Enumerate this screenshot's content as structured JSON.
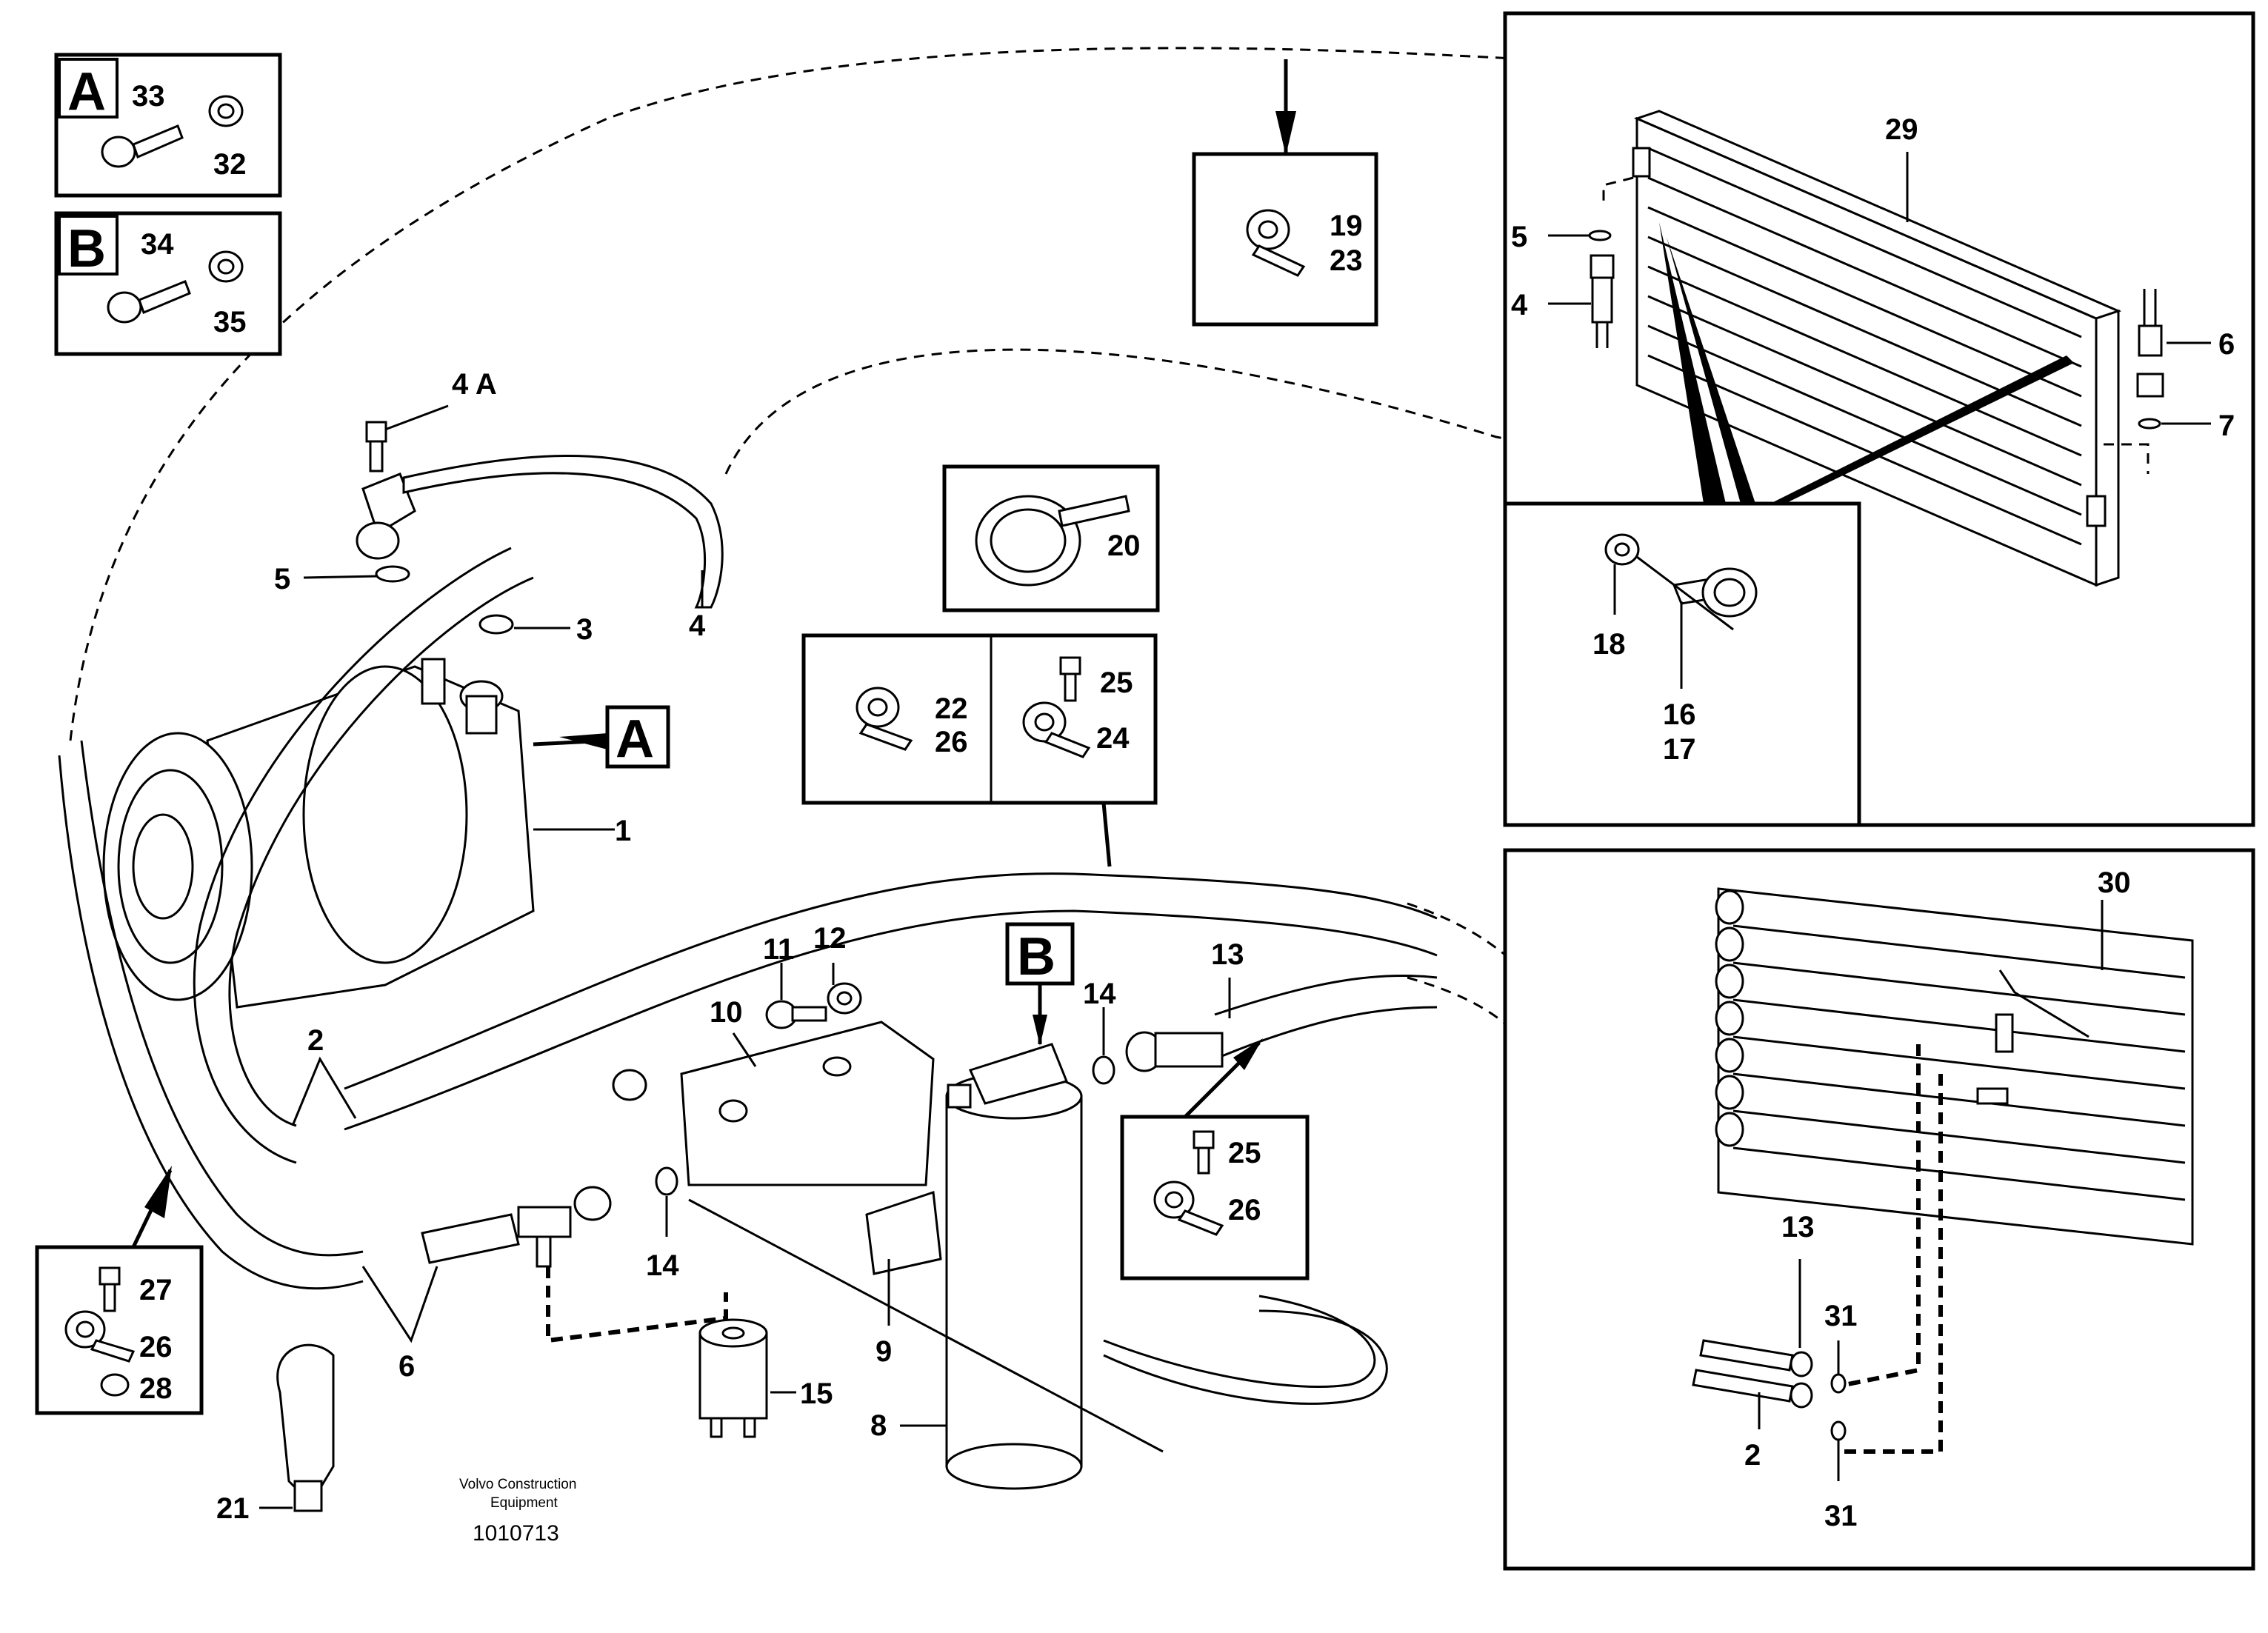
{
  "diagram": {
    "kind": "parts-exploded-view",
    "publisher_lines": [
      "Volvo Construction",
      "Equipment"
    ],
    "drawing_number": "1010713",
    "detail_letters": {
      "a": "A",
      "b": "B"
    },
    "callouts": {
      "c1": "1",
      "c2": "2",
      "c2b": "2",
      "c3": "3",
      "c4": "4",
      "c4a": "4 A",
      "c5": "5",
      "c5b": "5",
      "c4b": "4",
      "c6": "6",
      "c6b": "6",
      "c7": "7",
      "c8": "8",
      "c9": "9",
      "c10": "10",
      "c11": "11",
      "c12": "12",
      "c13": "13",
      "c13b": "13",
      "c14": "14",
      "c14b": "14",
      "c15": "15",
      "c16": "16",
      "c17": "17",
      "c18": "18",
      "c19": "19",
      "c20": "20",
      "c21": "21",
      "c22": "22",
      "c23": "23",
      "c24": "24",
      "c25": "25",
      "c25b": "25",
      "c26": "26",
      "c26b": "26",
      "c26c": "26",
      "c27": "27",
      "c28": "28",
      "c29": "29",
      "c30": "30",
      "c31": "31",
      "c31b": "31",
      "c32": "32",
      "c33": "33",
      "c34": "34",
      "c35": "35"
    },
    "icons": [
      "bolt-icon",
      "washer-icon",
      "nut-icon",
      "clamp-icon",
      "cable-tie-icon",
      "hose-icon",
      "compressor-icon",
      "receiver-drier-icon",
      "pressure-switch-icon",
      "condenser-icon",
      "evaporator-icon"
    ]
  }
}
